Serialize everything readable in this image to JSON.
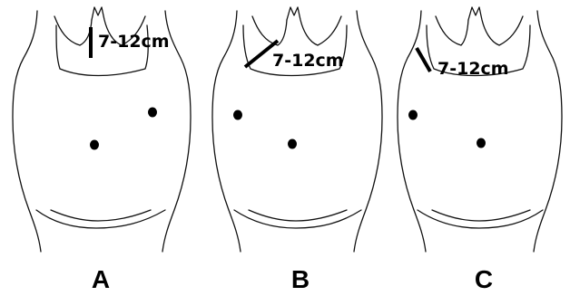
{
  "panels": [
    {
      "id": "A",
      "label": "A",
      "incision_label": "7-12cm"
    },
    {
      "id": "B",
      "label": "B",
      "incision_label": "7-12cm"
    },
    {
      "id": "C",
      "label": "C",
      "incision_label": "7-12cm"
    }
  ],
  "colors": {
    "outline": "#111111",
    "marks": "#000000",
    "background": "#ffffff"
  }
}
